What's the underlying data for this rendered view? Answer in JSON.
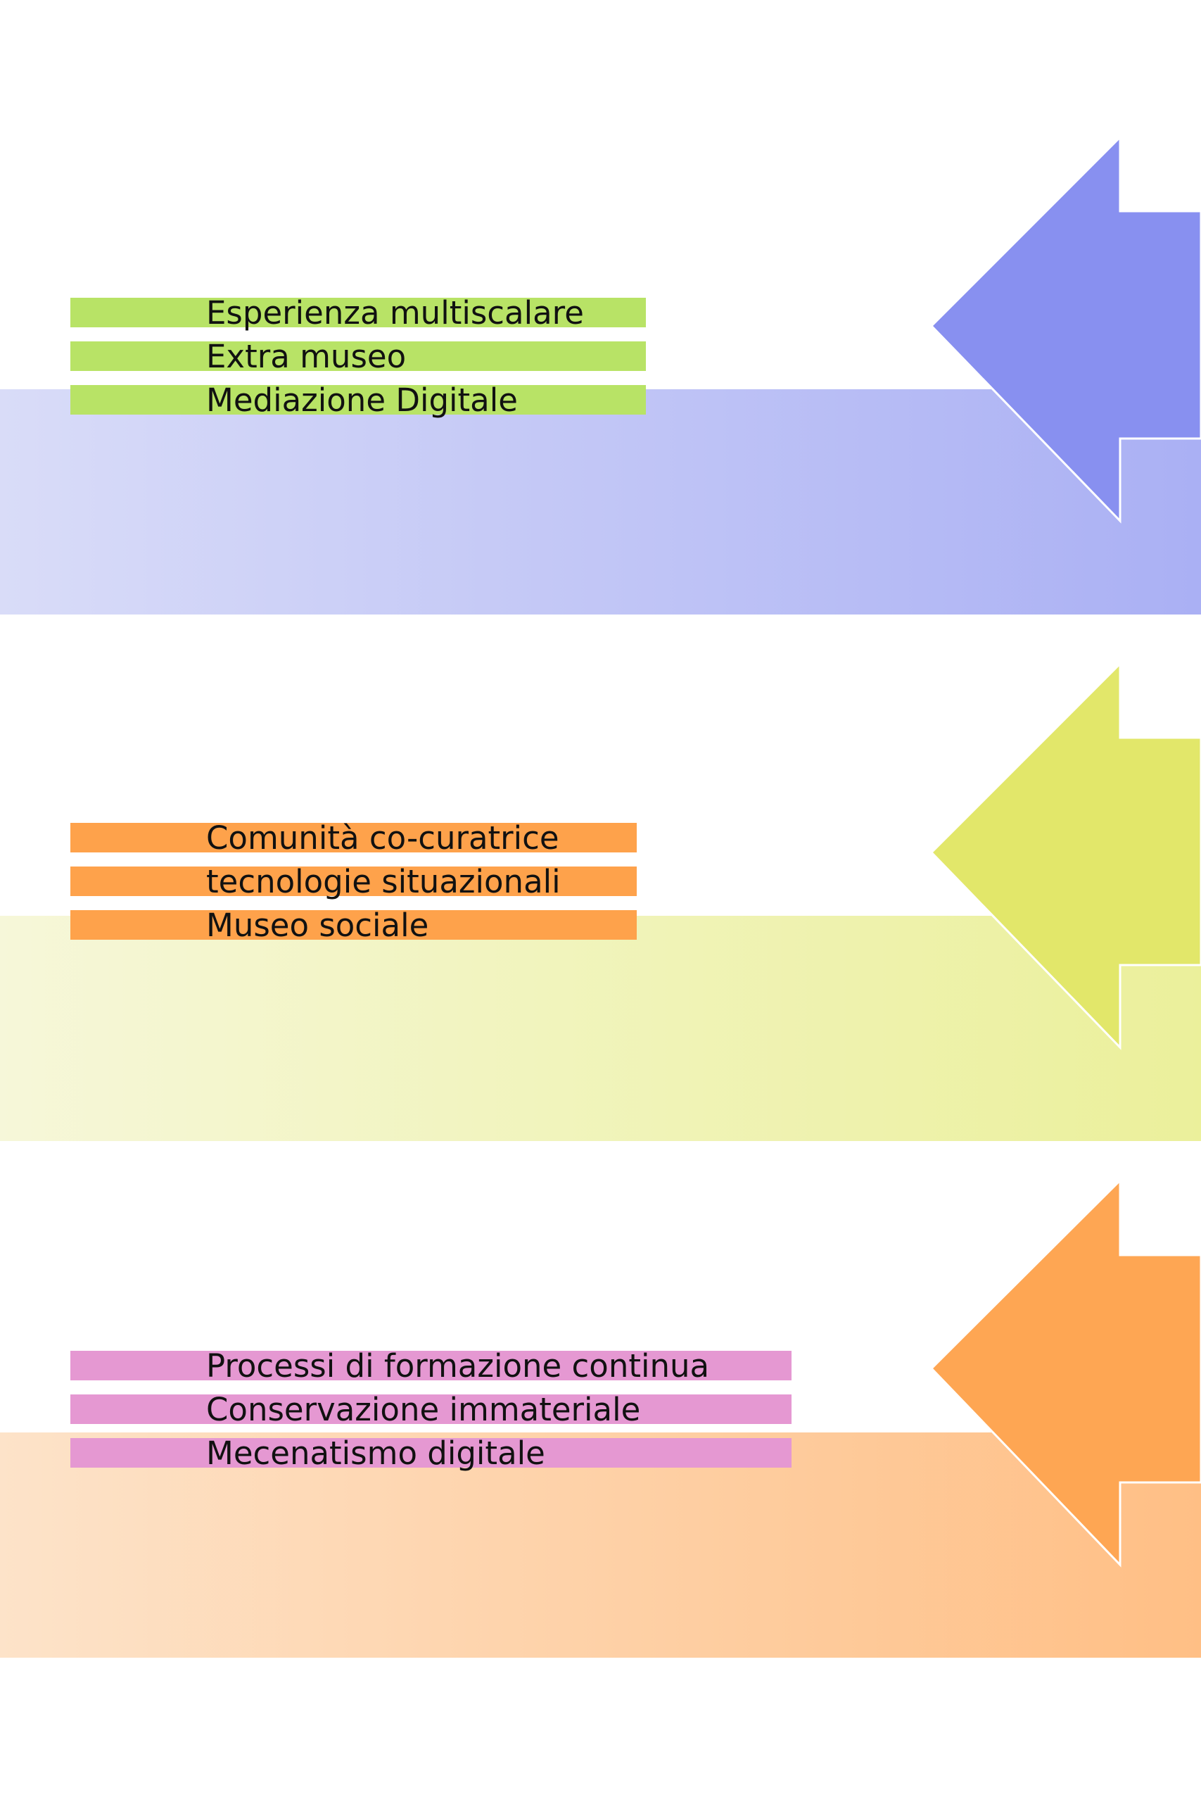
{
  "sections": [
    {
      "labels": [
        "Esperienza multiscalare",
        "Extra museo",
        "Mediazione Digitale"
      ],
      "colors": {
        "band_light": "#d9dcf8",
        "band_dark": "#aab0f4",
        "arrow": "#8890f0",
        "label_bg": "#b8e366"
      }
    },
    {
      "labels": [
        "Comunità co-curatrice",
        "tecnologie situazionali",
        "Museo sociale"
      ],
      "colors": {
        "band_light": "#f6f7d9",
        "band_dark": "#ebf09b",
        "arrow": "#e2e76a",
        "label_bg": "#fea24b"
      }
    },
    {
      "labels": [
        "Processi di formazione continua",
        "Conservazione immateriale",
        "Mecenatismo digitale"
      ],
      "colors": {
        "band_light": "#fde3c9",
        "band_dark": "#ffbf85",
        "arrow": "#fea653",
        "label_bg": "#e598d2"
      }
    }
  ]
}
